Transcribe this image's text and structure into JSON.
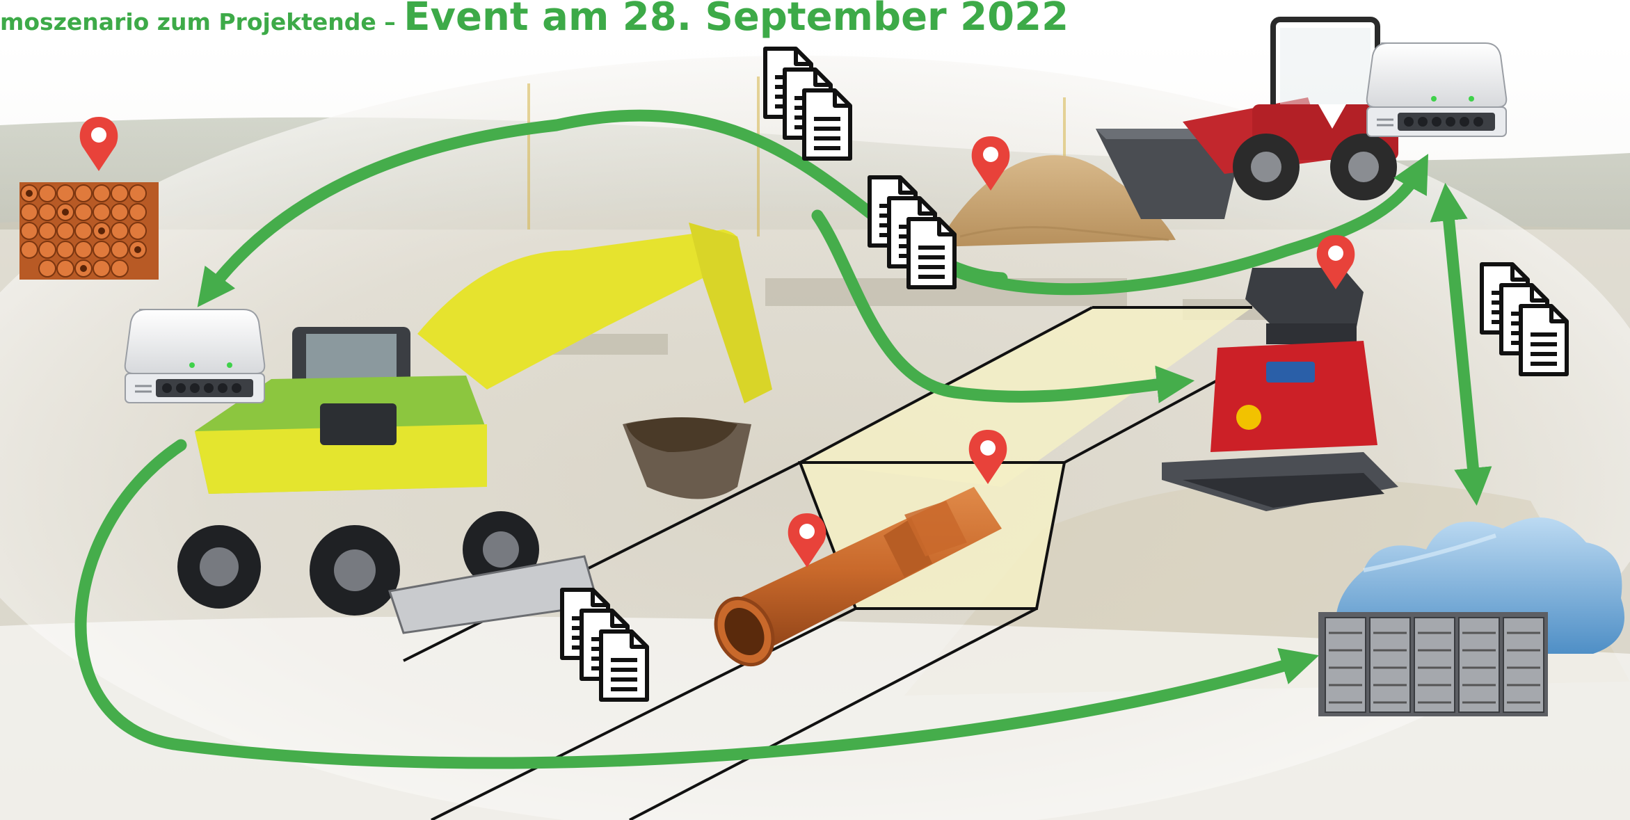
{
  "title": {
    "prefix": "moszenario zum Projektende – ",
    "main": "Event am 28. September 2022"
  },
  "colors": {
    "arrow": "#45ad4b",
    "title": "#3daa48",
    "pin": "#e8423a",
    "pipe": "#c9692b",
    "excavator_yellow": "#dfe22a",
    "excavator_green": "#8cc63f",
    "loader_red": "#c2272d",
    "plate_red": "#cc2027",
    "cloud": "#5c9fd3",
    "server": "#8e8f93",
    "trench_fill": "#f5f0c6"
  },
  "icons": [
    "map-pin-icon",
    "document-stack-icon",
    "gateway-device-icon",
    "cloud-icon",
    "server-rack-icon"
  ],
  "objects": [
    "pipe-stack",
    "gateway-device-left",
    "gateway-device-right",
    "wheel-excavator",
    "sand-pile",
    "wheel-loader",
    "plate-compactor",
    "sewer-pipe",
    "trench",
    "cloud-server"
  ]
}
